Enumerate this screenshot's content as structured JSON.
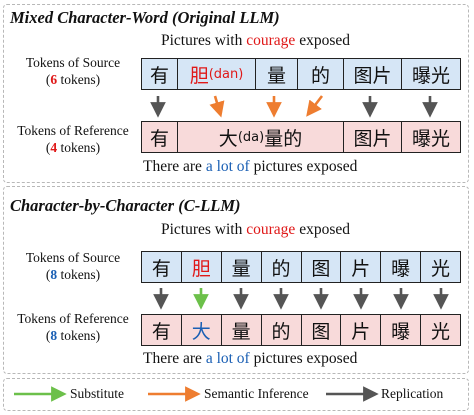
{
  "colors": {
    "source_fill": "#d6e6f6",
    "reference_fill": "#f8dada",
    "red": "#e01818",
    "blue": "#1a5fb4",
    "green": "#6cc04a",
    "orange": "#ee7d30",
    "gray": "#555555"
  },
  "top": {
    "title": "Mixed Character-Word (Original LLM)",
    "sentence": {
      "pre": "Pictures with ",
      "hl": "courage",
      "post": " exposed"
    },
    "source_label": {
      "line1": "Tokens of Source",
      "open": "(",
      "num": "6",
      "rest": " tokens)"
    },
    "reference_label": {
      "line1": "Tokens of Reference",
      "open": "(",
      "num": "4",
      "rest": " tokens)"
    },
    "source_tokens": [
      {
        "t": "有"
      },
      {
        "t": "胆",
        "sub": "(dan)"
      },
      {
        "t": "量"
      },
      {
        "t": "的"
      },
      {
        "t": "图片"
      },
      {
        "t": "曝光"
      }
    ],
    "reference_tokens": [
      {
        "t": "有"
      },
      {
        "t": "大",
        "sub": "(da)",
        "t2": "量的"
      },
      {
        "t": "图片"
      },
      {
        "t": "曝光"
      }
    ],
    "reference_sentence": {
      "pre": "There are ",
      "hl": "a lot of",
      "post": " pictures exposed"
    },
    "arrows": [
      "replication",
      "semantic-inference",
      "semantic-inference",
      "semantic-inference",
      "replication",
      "replication"
    ]
  },
  "bottom": {
    "title": "Character-by-Character (C-LLM)",
    "sentence": {
      "pre": "Pictures with ",
      "hl": "courage",
      "post": " exposed"
    },
    "source_label": {
      "line1": "Tokens of Source",
      "open": "(",
      "num": "8",
      "rest": " tokens)"
    },
    "reference_label": {
      "line1": "Tokens of Reference",
      "open": "(",
      "num": "8",
      "rest": " tokens)"
    },
    "source_tokens": [
      "有",
      "胆",
      "量",
      "的",
      "图",
      "片",
      "曝",
      "光"
    ],
    "reference_tokens": [
      "有",
      "大",
      "量",
      "的",
      "图",
      "片",
      "曝",
      "光"
    ],
    "reference_sentence": {
      "pre": "There are ",
      "hl": "a lot of",
      "post": " pictures exposed"
    },
    "arrows": [
      "replication",
      "substitute",
      "replication",
      "replication",
      "replication",
      "replication",
      "replication",
      "replication"
    ]
  },
  "legend": {
    "substitute": "Substitute",
    "semantic": "Semantic Inference",
    "replication": "Replication"
  }
}
